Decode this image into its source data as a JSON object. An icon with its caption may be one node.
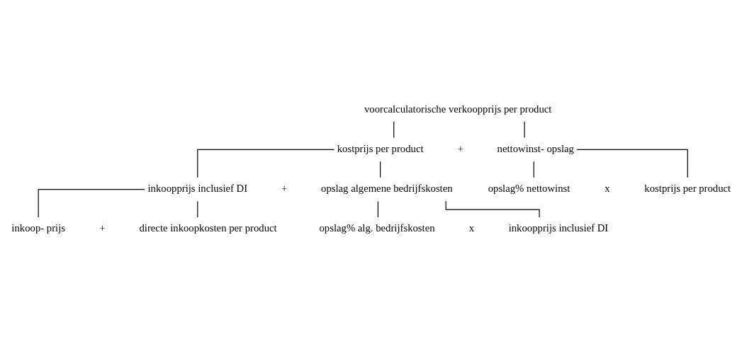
{
  "diagram": {
    "nodes": [
      {
        "text": [
          "voorcalculatorische verkoopprijs per product"
        ]
      },
      {
        "text": [
          "kostprijs per product"
        ]
      },
      {
        "text": [
          "nettowinst- opslag"
        ]
      },
      {
        "text": [
          "inkoopprijs inclusief DI"
        ]
      },
      {
        "text": [
          "opslag algemene bedrijfskosten"
        ]
      },
      {
        "text": [
          "opslag% nettowinst"
        ]
      },
      {
        "text": [
          "kostprijs per product"
        ]
      },
      {
        "text": [
          "inkoop- prijs"
        ]
      },
      {
        "text": [
          "directe inkoopkosten per product"
        ]
      },
      {
        "text": [
          "opslag% alg. bedrijfskosten"
        ]
      },
      {
        "text": [
          "inkoopprijs inclusief DI"
        ]
      }
    ],
    "edges": [
      {
        "from": 0,
        "to": 1,
        "arrow": "none"
      },
      {
        "from": 0,
        "to": 2,
        "arrow": "none"
      },
      {
        "from": 1,
        "to": 3,
        "arrow": "none"
      },
      {
        "from": 1,
        "to": 4,
        "arrow": "none"
      },
      {
        "from": 2,
        "to": 5,
        "arrow": "none"
      },
      {
        "from": 2,
        "to": 6,
        "arrow": "none"
      },
      {
        "from": 3,
        "to": 7,
        "arrow": "none"
      },
      {
        "from": 3,
        "to": 8,
        "arrow": "none"
      },
      {
        "from": 4,
        "to": 9,
        "arrow": "none"
      },
      {
        "from": 4,
        "to": 10,
        "arrow": "none"
      }
    ],
    "labels": [
      "+",
      "+",
      "x",
      "+",
      "x"
    ]
  }
}
